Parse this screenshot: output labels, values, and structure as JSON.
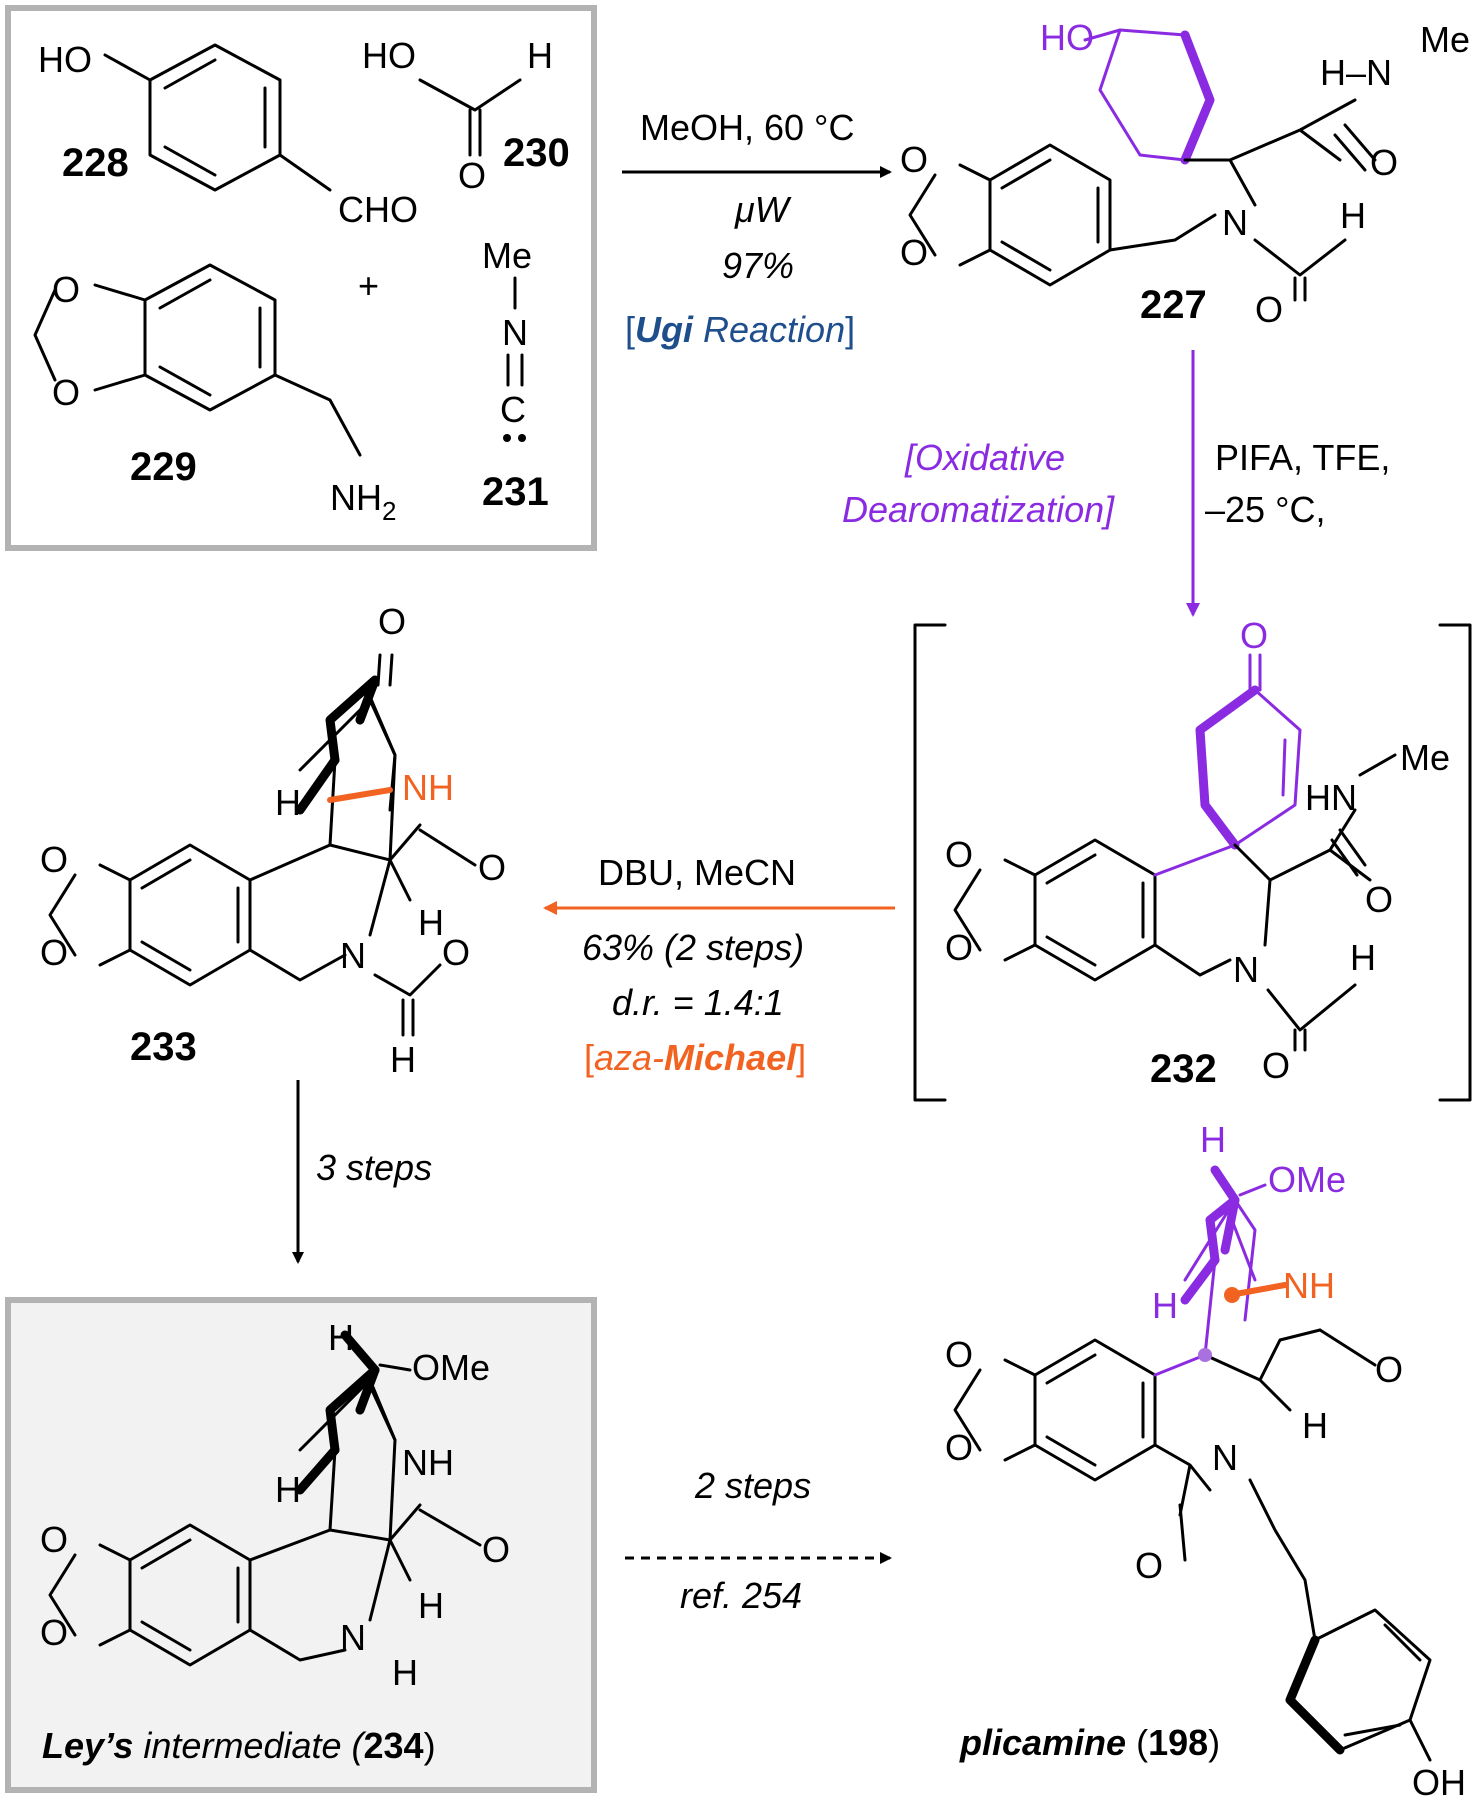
{
  "compounds": {
    "c228": {
      "label": "228",
      "HO": "HO",
      "CHO": "CHO"
    },
    "c230": {
      "label": "230",
      "HO": "HO",
      "H": "H",
      "O": "O"
    },
    "c229": {
      "label": "229",
      "NH2": "NH",
      "sub2": "2"
    },
    "c231": {
      "label": "231",
      "Me": "Me",
      "N": "N",
      "C": "C"
    },
    "plus": "+",
    "c227": {
      "label": "227",
      "HO": "HO",
      "HN": "H–N",
      "Me": "Me",
      "O_amide": "O",
      "N": "N",
      "H": "H",
      "O_formyl": "O"
    },
    "c232": {
      "label": "232",
      "O_top": "O",
      "HN": "HN",
      "Me": "Me",
      "O_amide": "O",
      "N": "N",
      "H": "H",
      "O_formyl": "O"
    },
    "c233": {
      "label": "233",
      "O_top": "O",
      "H": "H",
      "NH": "NH",
      "O_lactam": "O",
      "H_alpha": "H",
      "N": "N",
      "O_formyl": "O",
      "H_formyl": "H"
    },
    "c234": {
      "name_bold": "Ley’s",
      "name_rest": " intermediate (",
      "label": "234",
      "close": ")",
      "H_top": "H",
      "OMe": "OMe",
      "H": "H",
      "NH": "NH",
      "O": "O",
      "H_alpha": "H",
      "N": "N",
      "H_N": "H"
    },
    "c198": {
      "name_bold": "plicamine",
      "name_rest": " (",
      "label": "198",
      "close": ")",
      "H_top": "H",
      "OMe": "OMe",
      "H": "H",
      "NH": "NH",
      "O": "O",
      "H_alpha": "H",
      "N": "N",
      "O_bottom": "O",
      "OH": "OH"
    },
    "dioxole_O": "O"
  },
  "arrows": {
    "ugi": {
      "cond1": "MeOH, 60 °C",
      "cond2": "μW",
      "yield": "97%",
      "name_open": "[",
      "name_bold": "Ugi",
      "name_rest": " Reaction",
      "name_close": "]"
    },
    "oxidative": {
      "name1": "[Oxidative",
      "name2": "Dearomatization]",
      "cond1": "PIFA, TFE,",
      "cond2": "–25 °C,"
    },
    "aza": {
      "cond1": "DBU, MeCN",
      "yield": "63% (2 steps)",
      "dr": "d.r. = 1.4:1",
      "name_open": "[",
      "name_it": "aza-",
      "name_bold": "Michael",
      "name_close": "]"
    },
    "three": {
      "text": "3 steps"
    },
    "two": {
      "text1": "2 steps",
      "text2": "ref. 254"
    }
  },
  "colors": {
    "purple": "#8a2be2",
    "orange": "#f26322",
    "blue": "#1f4e8c",
    "box": "#b3b3b3"
  }
}
